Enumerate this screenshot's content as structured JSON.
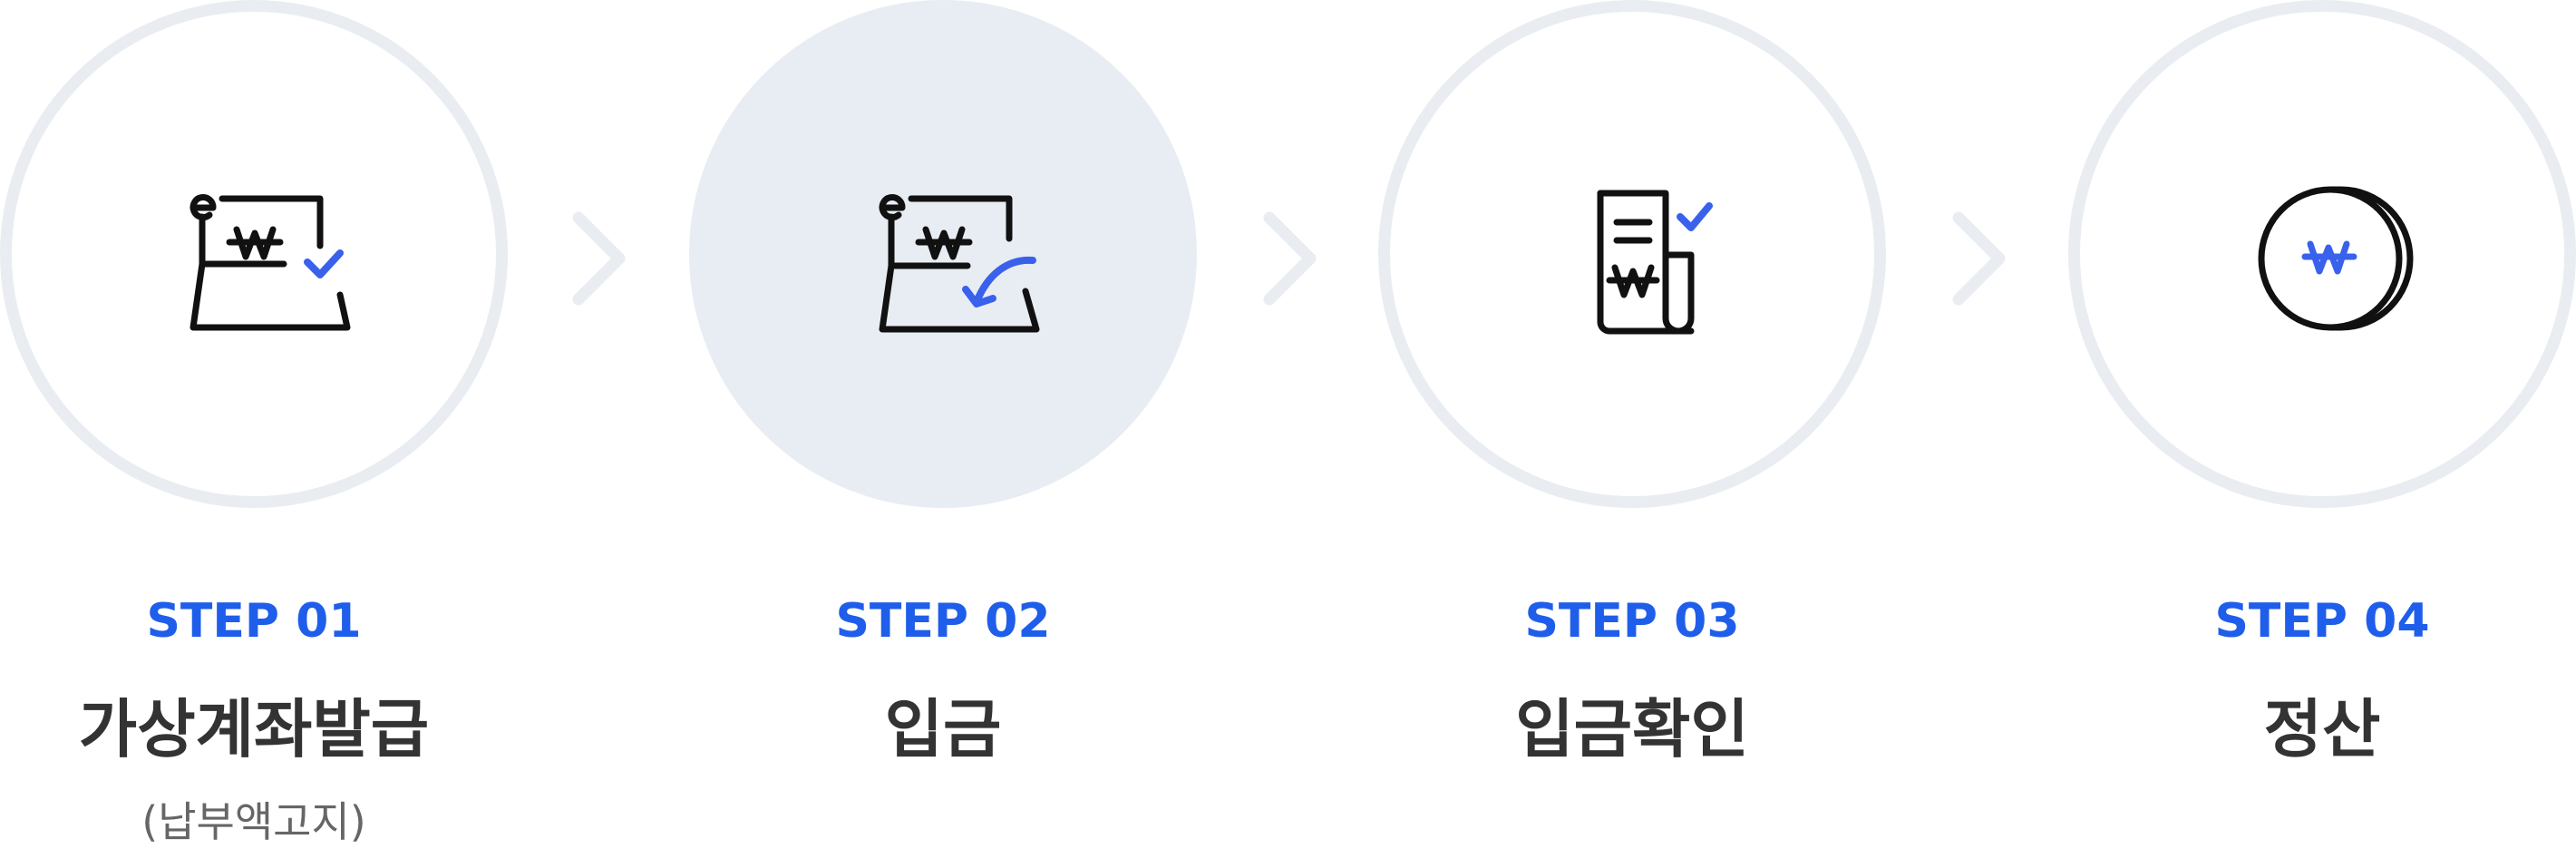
{
  "steps": [
    {
      "label": "STEP 01",
      "title": "가상계좌발급",
      "subtitle": "(납부액고지)",
      "icon": "ewon-bill-check-icon"
    },
    {
      "label": "STEP 02",
      "title": "입금",
      "icon": "ewon-bill-deposit-icon"
    },
    {
      "label": "STEP 03",
      "title": "입금확인",
      "icon": "receipt-check-icon"
    },
    {
      "label": "STEP 04",
      "title": "정산",
      "icon": "coin-won-icon"
    }
  ],
  "colors": {
    "accent": "#1f5eea",
    "icon_accent": "#3a61ec",
    "circle_border": "#e9edf2",
    "active_fill": "#e8edf4",
    "title_text": "#333333",
    "subtitle_text": "#666666"
  }
}
